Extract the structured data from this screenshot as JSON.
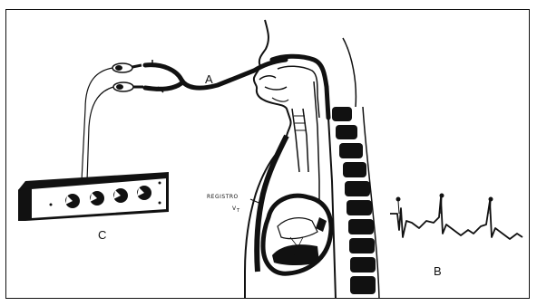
{
  "labels": {
    "a": "A",
    "b": "B",
    "c": "C",
    "registro": "REGISTRO",
    "vt": "V",
    "vt_sub": "T"
  },
  "colors": {
    "ink": "#111111",
    "background": "#ffffff"
  }
}
